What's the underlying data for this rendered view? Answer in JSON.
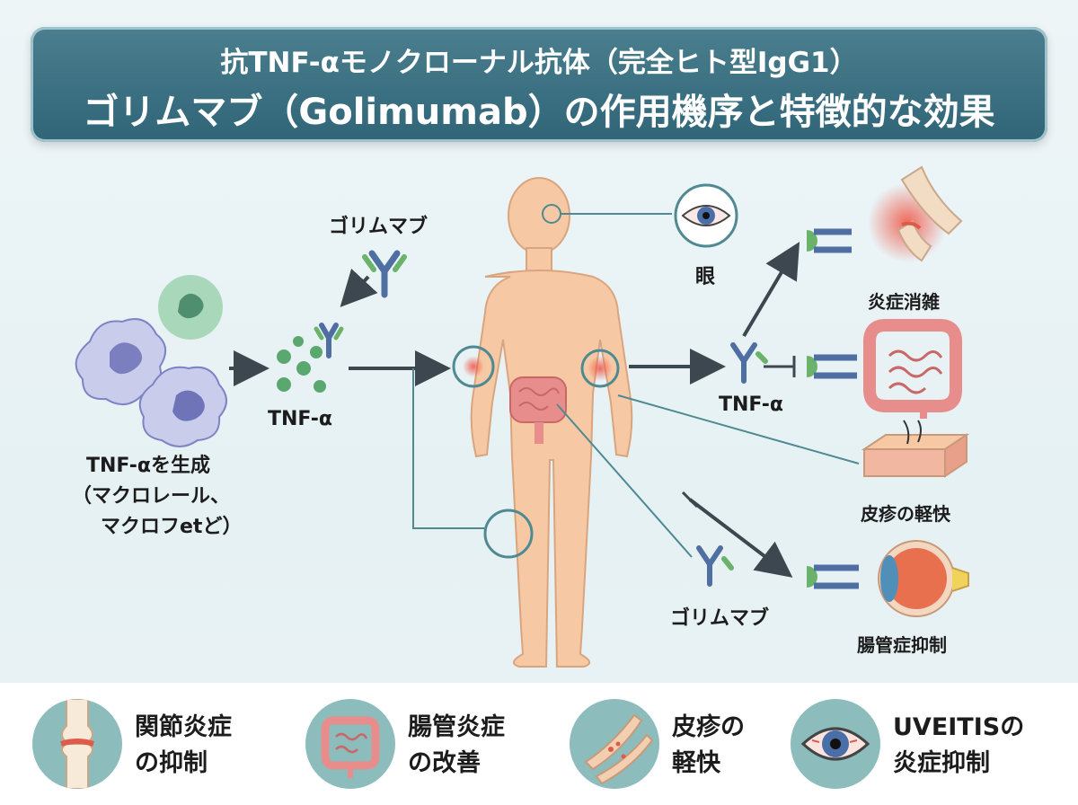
{
  "title": {
    "line1": "抗TNF-αモノクローナル抗体（完全ヒト型IgG1）",
    "line2": "ゴリムマブ（Golimumab）の作用機序と特徴的な効果"
  },
  "labels": {
    "golimumab_top": "ゴリムマブ",
    "tnf_left": "TNF-α",
    "producer_line1": "TNF-αを生成",
    "producer_line2": "（マクロレール、",
    "producer_line3": "マクロフetど）",
    "eye": "眼",
    "tnf_right": "TNF-α",
    "golimumab_bottom": "ゴリムマブ",
    "target_joint": "炎症消雑",
    "target_skin": "皮疹の軽快",
    "target_eye": "腸管症抑制"
  },
  "effects": [
    {
      "line1": "関節炎症",
      "line2": "の抑制",
      "icon": "joint-icon"
    },
    {
      "line1": "腸管炎症",
      "line2": "の改善",
      "icon": "intestine-icon"
    },
    {
      "line1": "皮疹の",
      "line2": "軽快",
      "icon": "skin-icon"
    },
    {
      "line1": "UVEITISの",
      "line2": "炎症抑制",
      "icon": "eye-icon"
    }
  ],
  "colors": {
    "banner": "#3a6f80",
    "antibody_blue": "#4f6fa3",
    "antibody_green": "#6bb36b",
    "tnf_dot": "#5aa86f",
    "skin": "#f6c9a4",
    "teal_line": "#4f8a92",
    "effect_circle": "#8cbcbc"
  }
}
